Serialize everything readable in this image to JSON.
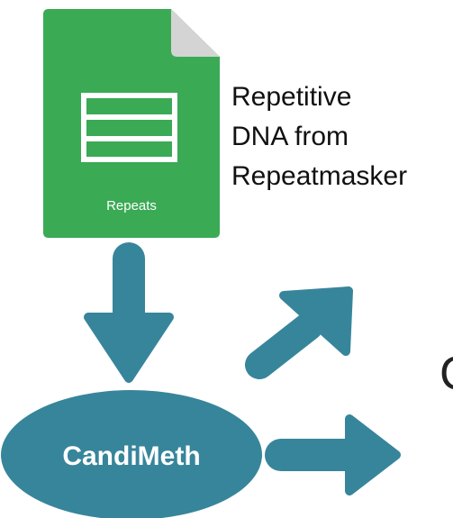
{
  "file": {
    "label": "Repeats",
    "icon": "spreadsheet-file-icon",
    "color": "#3aaa55",
    "fold_color": "#d4d4d4"
  },
  "description": {
    "lines": [
      "Repetitive",
      "DNA from",
      "Repeatmasker"
    ]
  },
  "node": {
    "label": "CandiMeth",
    "color": "#37859b"
  },
  "arrow_color": "#37859b",
  "cut_text": "C"
}
